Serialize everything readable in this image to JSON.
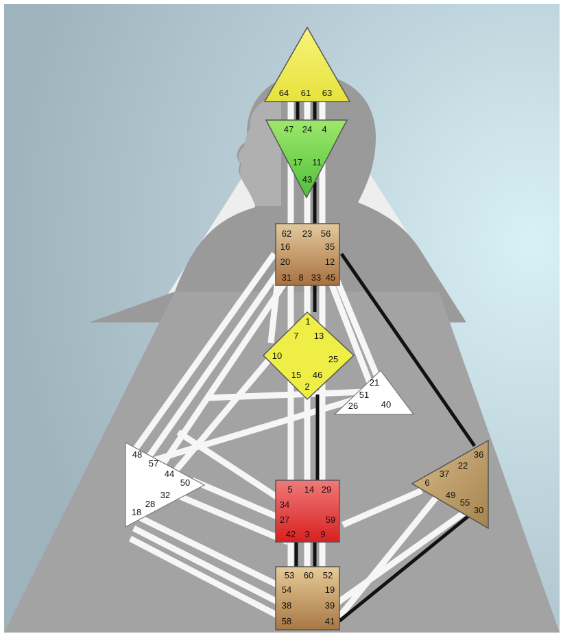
{
  "colors": {
    "bg_outer": "#a9bcc6",
    "bg_inner": "#d5eef3",
    "silhouette": "#9b9b9b",
    "channel": "#f4f4f4",
    "channel_active": "#111111",
    "head": "#f2ef57",
    "ajna": "#7ed957",
    "throat": "#b58a57",
    "g_center": "#efef4a",
    "sacral": "#e33c3c",
    "root": "#b88f5e",
    "solar_plexus": "#b99868",
    "spleen": "#ffffff",
    "ego": "#ffffff"
  },
  "centers": {
    "head": {
      "gates": [
        "64",
        "61",
        "63"
      ]
    },
    "ajna": {
      "gates": [
        "47",
        "24",
        "4",
        "17",
        "11",
        "43"
      ]
    },
    "throat": {
      "gates": [
        "62",
        "23",
        "56",
        "16",
        "35",
        "20",
        "12",
        "31",
        "8",
        "33",
        "45"
      ]
    },
    "g_center": {
      "gates": [
        "1",
        "7",
        "13",
        "10",
        "25",
        "15",
        "46",
        "2"
      ]
    },
    "ego": {
      "gates": [
        "21",
        "51",
        "26",
        "40"
      ]
    },
    "spleen": {
      "gates": [
        "48",
        "57",
        "44",
        "50",
        "32",
        "28",
        "18"
      ]
    },
    "sacral": {
      "gates": [
        "5",
        "14",
        "29",
        "34",
        "27",
        "59",
        "42",
        "3",
        "9"
      ]
    },
    "solar_plexus": {
      "gates": [
        "36",
        "22",
        "37",
        "6",
        "49",
        "55",
        "30"
      ]
    },
    "root": {
      "gates": [
        "53",
        "60",
        "52",
        "54",
        "19",
        "38",
        "39",
        "58",
        "41"
      ]
    }
  }
}
